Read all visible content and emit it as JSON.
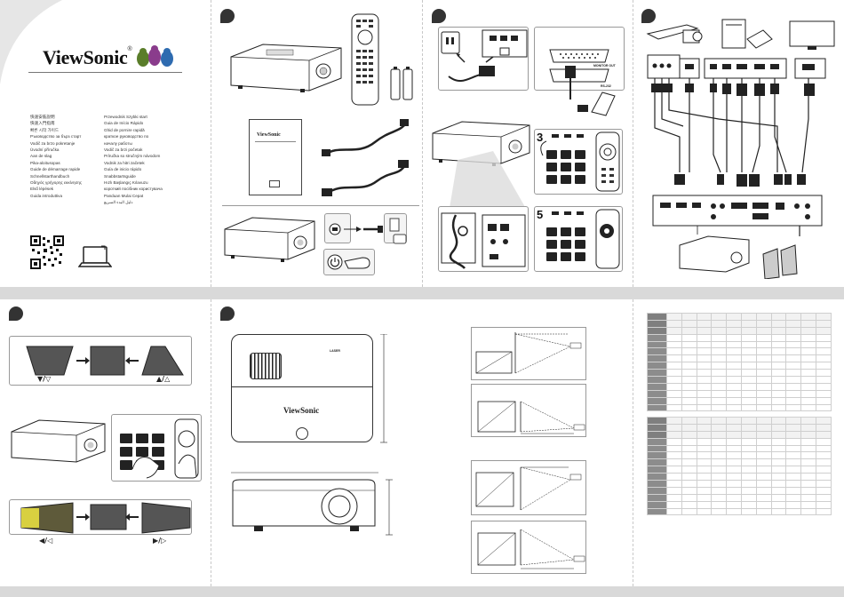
{
  "brand": {
    "name": "ViewSonic",
    "registered": "®"
  },
  "languages": {
    "col1": [
      "快速安裝說明",
      "快速入門指南",
      "빠른 시작 가이드",
      "Ръководство за бърз старт",
      "Vodič za brzo pokretanje",
      "Úvodní příručka",
      "Aan de slag",
      "Pika-aloitusopas",
      "Guide de démarrage rapide",
      "Schnellstarthandbuch",
      "Οδηγός γρήγορης εκκίνησης",
      "Első lépések",
      "Guida introduttiva"
    ],
    "col2": [
      "Przewodnik Szybki start",
      "Guia de Início Rápido",
      "Ghid de pornire rapidă",
      "краткое руководство по",
      "началу работы",
      "Vodič za brzi početak",
      "Príručka so stručným návodom",
      "Vodnik za hitri začetek",
      "Guía de inicio rápido",
      "Snabbstartsguide",
      "Hızlı Başlangıç Kılavuzu",
      "короткий посібник користувача",
      "Panduan Mulai Cepat",
      "دليل البدء السريع"
    ]
  },
  "steps": {
    "three": "3",
    "five": "5"
  },
  "diagram_labels": {
    "keystone_vertical_left": "▼/▽",
    "keystone_vertical_right": "▲/△",
    "keystone_horizontal_left": "◀/◁",
    "keystone_horizontal_right": "▶/▷",
    "projector_top_brand": "ViewSonic",
    "projector_top_laser": "LASER",
    "monitor_out": "MONITOR OUT",
    "rs232": "RS-232"
  },
  "colors": {
    "divider_bar": "#d9d9d9",
    "badge": "#333333",
    "table_header": "#7f7f7f"
  }
}
